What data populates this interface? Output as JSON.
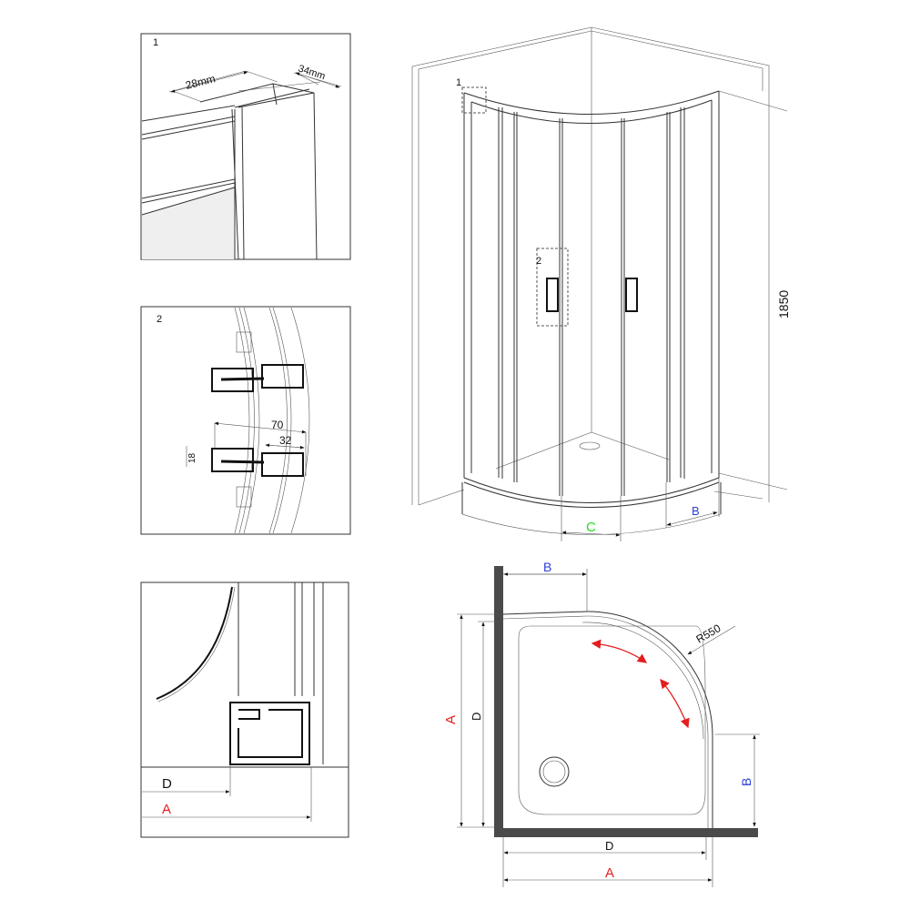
{
  "detail_1": {
    "number": "1",
    "width_label": "28mm",
    "depth_label": "34mm"
  },
  "detail_2": {
    "number": "2",
    "dim_70": "70",
    "dim_32": "32",
    "dim_18": "18"
  },
  "detail_3": {
    "label_d": "D",
    "label_a": "A"
  },
  "enclosure": {
    "callout_1": "1",
    "callout_2": "2",
    "height_label": "1850",
    "label_c": "C",
    "label_b": "B"
  },
  "plan": {
    "label_b_top": "B",
    "label_b_side": "B",
    "label_a_left": "A",
    "label_d_left": "D",
    "label_d_bottom": "D",
    "label_a_bottom": "A",
    "radius_label": "R550"
  },
  "colors": {
    "red": "#e41e1e",
    "blue": "#2c3fd6",
    "green": "#22dd22",
    "wall": "#4a4a4a"
  }
}
